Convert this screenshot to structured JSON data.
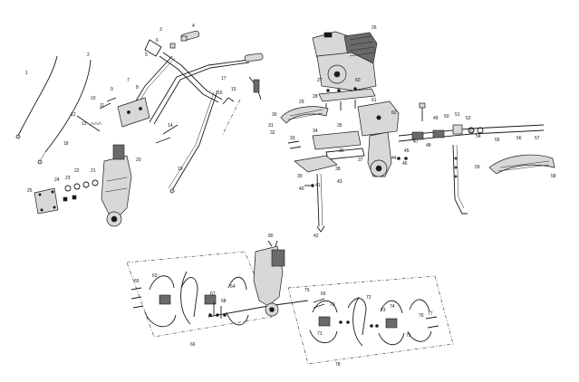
{
  "labels": {
    "handle": [
      "1",
      "2",
      "3",
      "4",
      "5",
      "6",
      "7",
      "8",
      "9",
      "10",
      "11",
      "12",
      "13",
      "14",
      "15",
      "16",
      "17",
      "18",
      "19",
      "20",
      "21",
      "22",
      "23",
      "24",
      "25"
    ],
    "engine": [
      "26",
      "27",
      "28",
      "29",
      "30",
      "31",
      "32",
      "33",
      "34",
      "35",
      "36",
      "37",
      "38",
      "39",
      "40",
      "41",
      "42",
      "43",
      "44",
      "45",
      "46",
      "47",
      "48",
      "49",
      "50",
      "51",
      "52",
      "53",
      "54",
      "55",
      "56",
      "57",
      "58",
      "59",
      "60",
      "61",
      "62"
    ],
    "tines": [
      "63",
      "64",
      "65",
      "66",
      "67",
      "68",
      "69",
      "70",
      "71",
      "72",
      "73",
      "74",
      "75",
      "76",
      "77",
      "78",
      "79",
      "80"
    ]
  }
}
